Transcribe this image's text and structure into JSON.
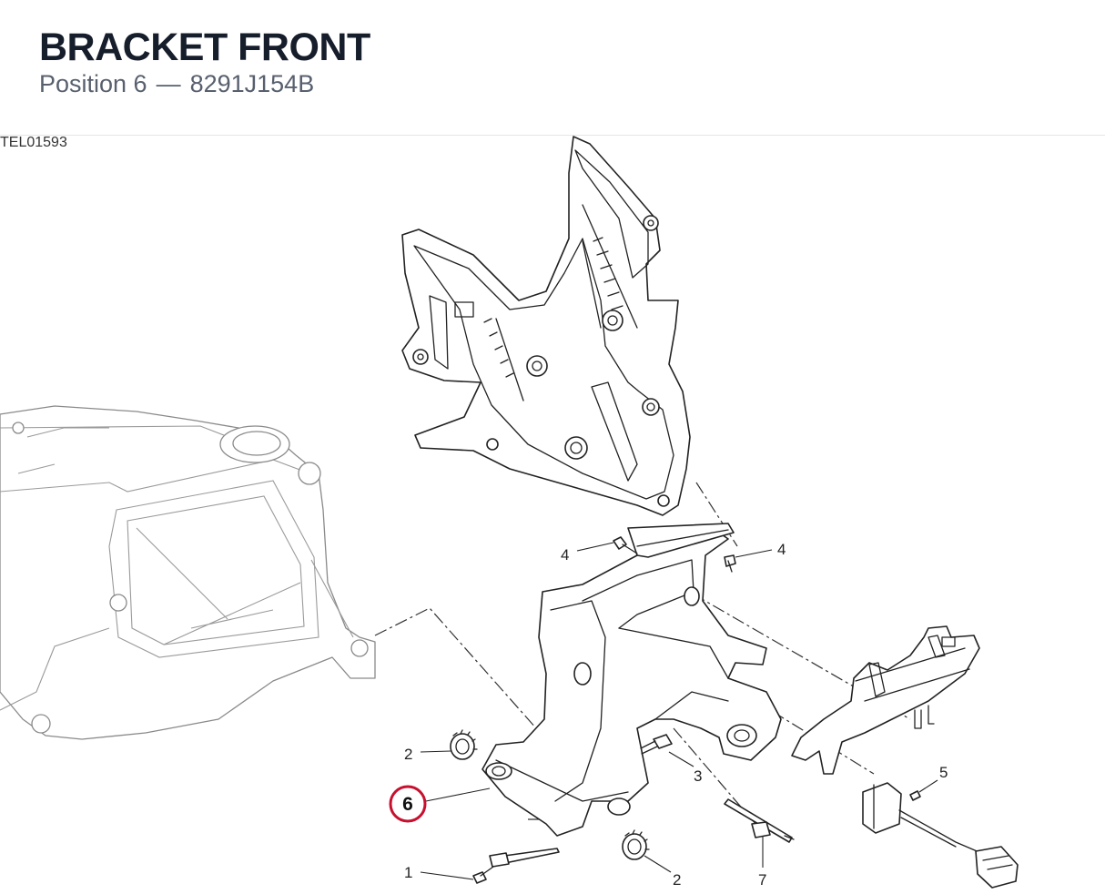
{
  "header": {
    "title": "BRACKET FRONT",
    "position_label": "Position 6",
    "separator": "—",
    "part_number": "8291J154B"
  },
  "diagram": {
    "drawing_code": "TEL01593",
    "highlight_color": "#c8102e",
    "callouts": [
      {
        "id": "1",
        "label": "1"
      },
      {
        "id": "2a",
        "label": "2"
      },
      {
        "id": "2b",
        "label": "2"
      },
      {
        "id": "3",
        "label": "3"
      },
      {
        "id": "4a",
        "label": "4"
      },
      {
        "id": "4b",
        "label": "4"
      },
      {
        "id": "5",
        "label": "5"
      },
      {
        "id": "6",
        "label": "6",
        "highlighted": true
      },
      {
        "id": "7",
        "label": "7"
      }
    ]
  }
}
